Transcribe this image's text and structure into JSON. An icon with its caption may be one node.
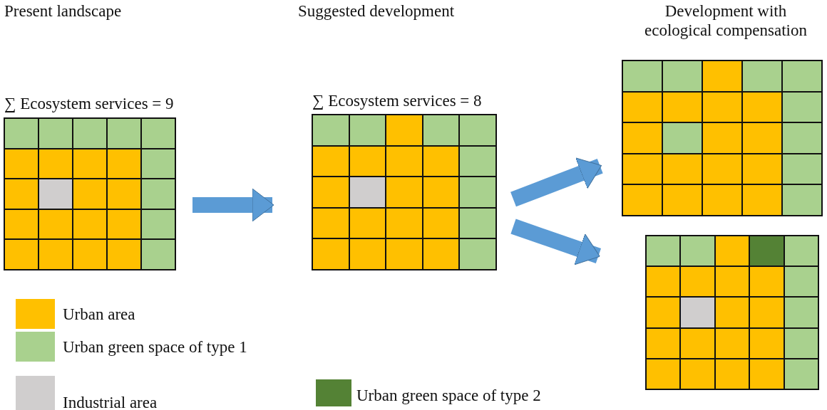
{
  "diagram": {
    "nodes": [
      {
        "text": [
          "Present landscape",
          "∑ Ecosystem services = 9"
        ]
      },
      {
        "text": [
          "Suggested development",
          "∑ Ecosystem services = 8"
        ]
      },
      {
        "text": [
          "Development with ecological compensation"
        ]
      },
      {
        "text": [],
        "shape": "box"
      }
    ],
    "edges": [
      {
        "from": 0,
        "to": 1,
        "arrow": "to"
      },
      {
        "from": 1,
        "to": 2,
        "arrow": "to"
      },
      {
        "from": 1,
        "to": 3,
        "arrow": "to"
      }
    ],
    "legend": [
      {
        "text": "Urban area",
        "color": "#ffc000"
      },
      {
        "text": "Urban green space of type 1",
        "color": "#a9d18e"
      },
      {
        "text": "Industrial area",
        "color": "#d0cece"
      },
      {
        "text": "Urban green space of type 2",
        "color": "#548235"
      }
    ]
  }
}
